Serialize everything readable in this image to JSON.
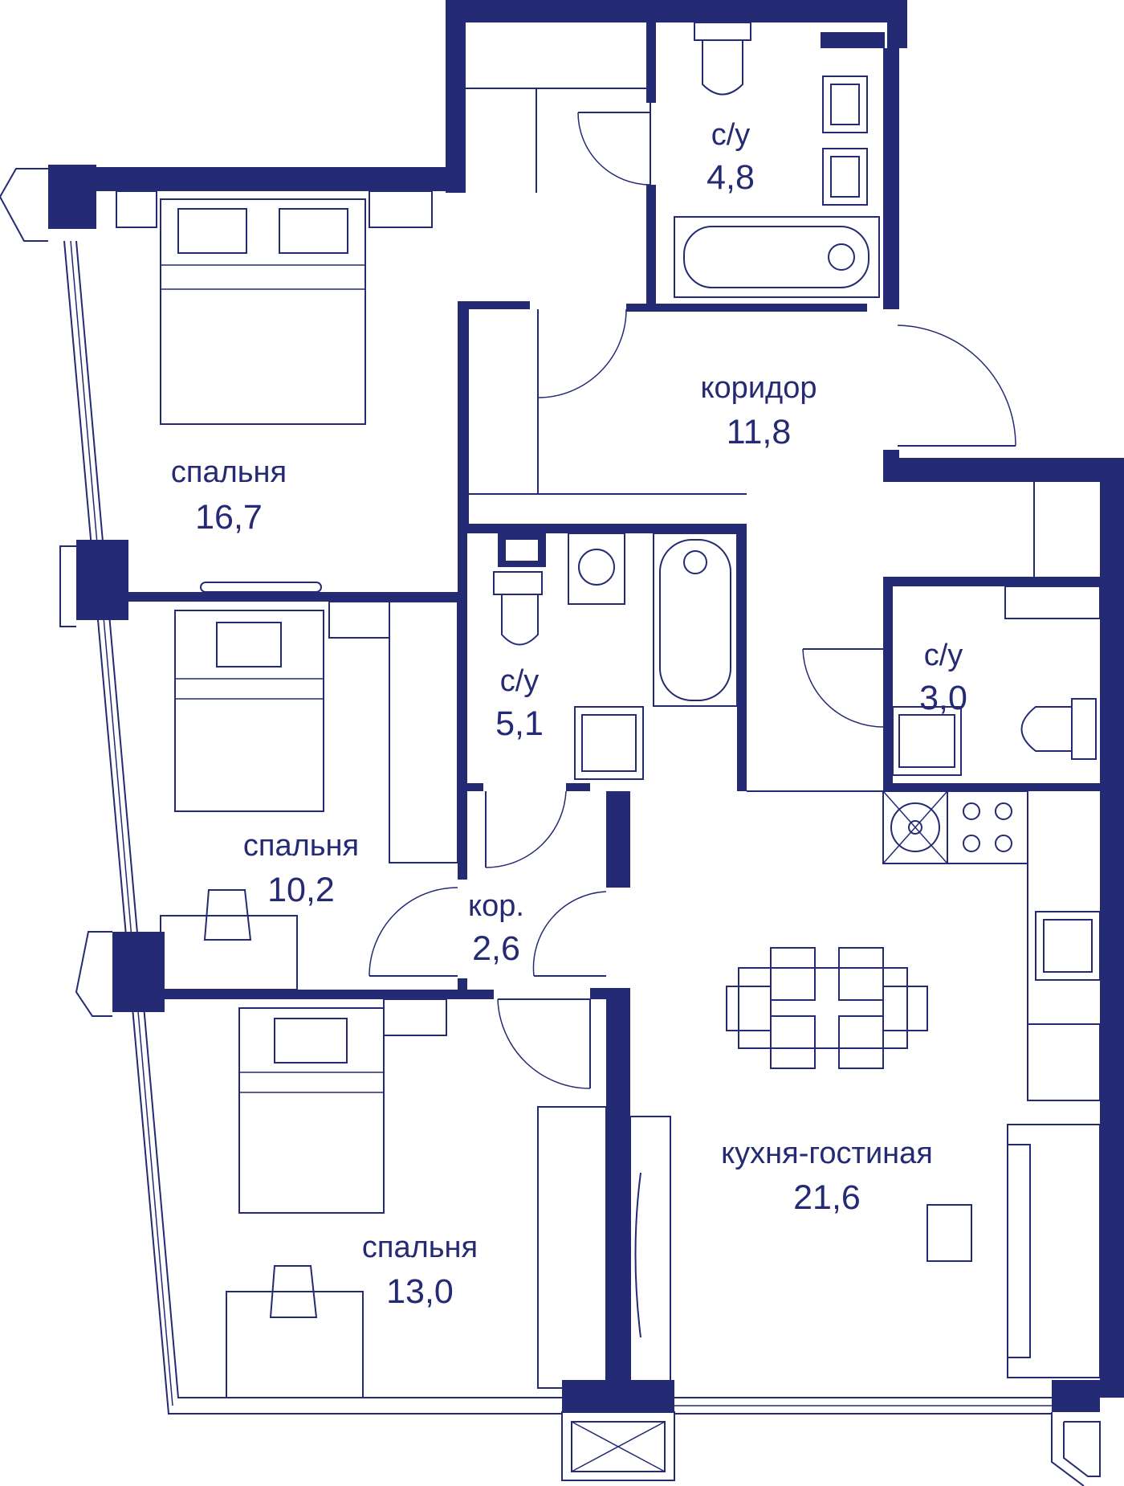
{
  "colors": {
    "accent": "#242a73",
    "background": "#ffffff"
  },
  "rooms": [
    {
      "id": "bathroom-top",
      "name": "с/у",
      "area": "4,8"
    },
    {
      "id": "corridor",
      "name": "коридор",
      "area": "11,8"
    },
    {
      "id": "bedroom-1",
      "name": "спальня",
      "area": "16,7"
    },
    {
      "id": "bathroom-middle",
      "name": "с/у",
      "area": "5,1"
    },
    {
      "id": "bathroom-small",
      "name": "с/у",
      "area": "3,0"
    },
    {
      "id": "bedroom-2",
      "name": "спальня",
      "area": "10,2"
    },
    {
      "id": "hall-small",
      "name": "кор.",
      "area": "2,6"
    },
    {
      "id": "kitchen-living",
      "name": "кухня-гостиная",
      "area": "21,6"
    },
    {
      "id": "bedroom-3",
      "name": "спальня",
      "area": "13,0"
    }
  ]
}
